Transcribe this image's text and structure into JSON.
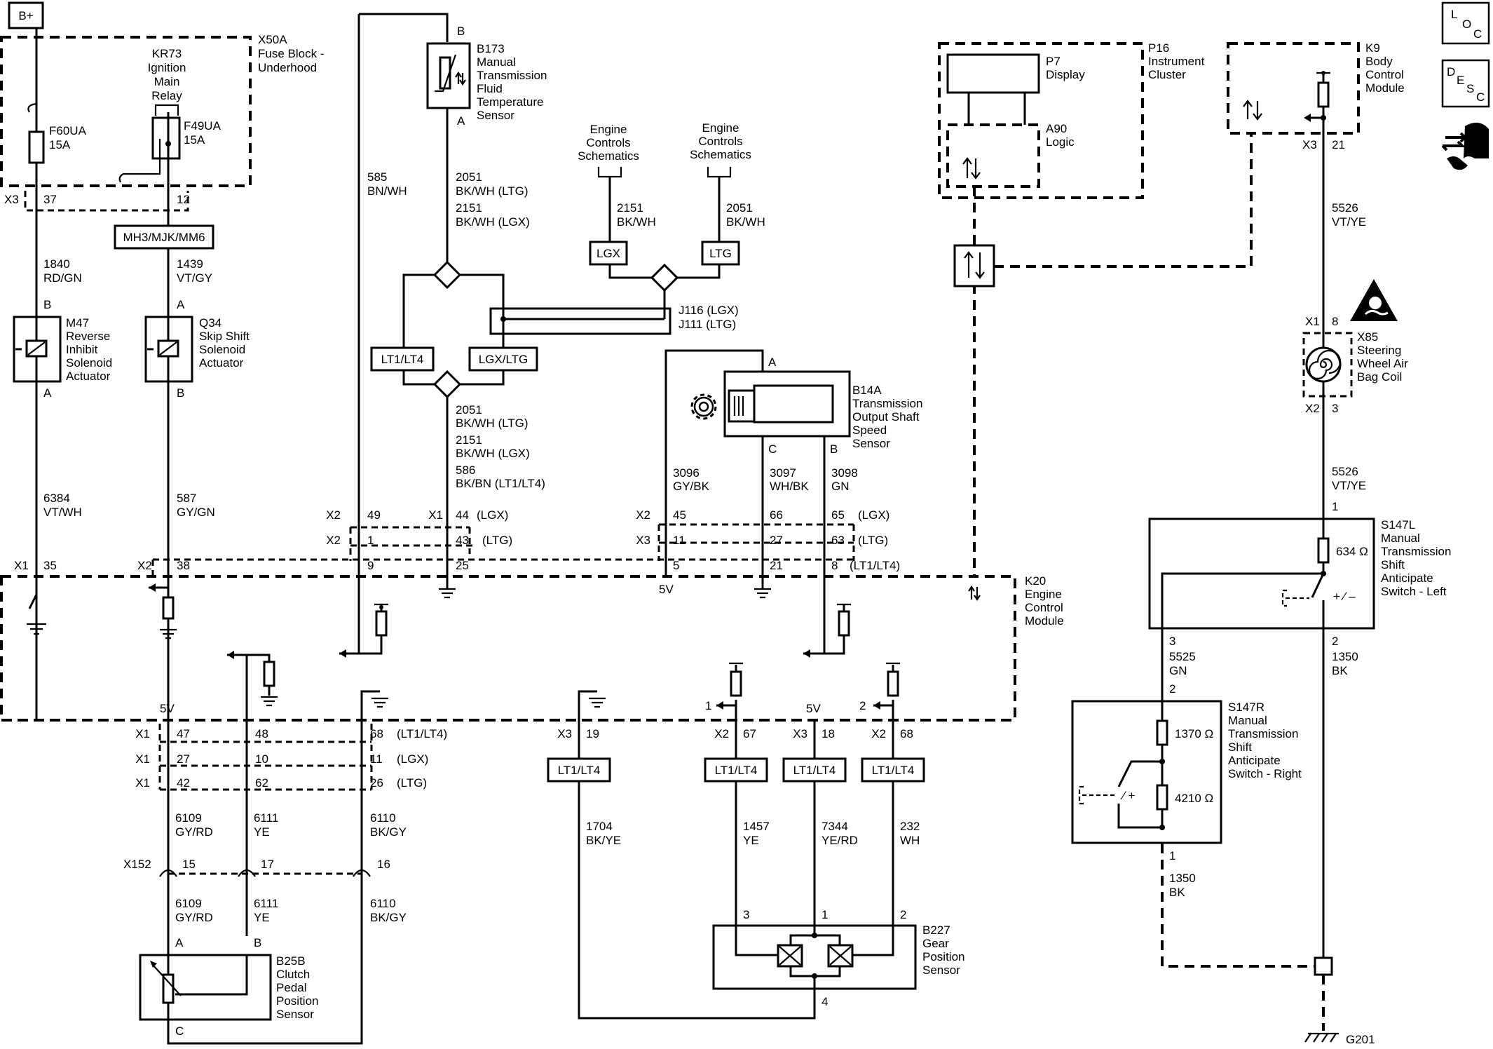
{
  "battery": {
    "label": "B+"
  },
  "loc_icon": {
    "letters": [
      "L",
      "O",
      "C"
    ],
    "icon": "location-code-icon"
  },
  "desc_icon": {
    "letters": [
      "D",
      "E",
      "S",
      "C"
    ],
    "icon": "description-code-icon"
  },
  "connector_tool_icon": "connector-tool-icon",
  "airbag_warning_icon": "airbag-warning-icon",
  "gear_icon": "gear-icon",
  "fuse_block": {
    "title": [
      "X50A",
      "Fuse Block -",
      "Underhood"
    ]
  },
  "relay": {
    "title": [
      "KR73",
      "Ignition",
      "Main",
      "Relay"
    ]
  },
  "fuse_f60": {
    "name": "F60UA",
    "rating": "15A"
  },
  "fuse_f49": {
    "name": "F49UA",
    "rating": "15A"
  },
  "x3_pins": {
    "conn": "X3",
    "pin_a": "37",
    "pin_b": "12"
  },
  "option_box": "MH3/MJK/MM6",
  "wire_1840": [
    "1840",
    "RD/GN"
  ],
  "wire_1439": [
    "1439",
    "VT/GY"
  ],
  "m47": {
    "pin_top": "B",
    "pin_bottom": "A",
    "title": [
      "M47",
      "Reverse",
      "Inhibit",
      "Solenoid",
      "Actuator"
    ]
  },
  "q34": {
    "pin_top": "A",
    "pin_bottom": "B",
    "title": [
      "Q34",
      "Skip Shift",
      "Solenoid",
      "Actuator"
    ]
  },
  "wire_6384": [
    "6384",
    "VT/WH"
  ],
  "wire_587": [
    "587",
    "GY/GN"
  ],
  "b173": {
    "pin_top": "B",
    "pin_bottom": "A",
    "title": [
      "B173",
      "Manual",
      "Transmission",
      "Fluid",
      "Temperature",
      "Sensor"
    ]
  },
  "wire_585": [
    "585",
    "BN/WH"
  ],
  "wire_2051_top": [
    "2051",
    "BK/WH (LTG)",
    "2151",
    "BK/WH (LGX)"
  ],
  "ecs_left": [
    "Engine",
    "Controls",
    "Schematics"
  ],
  "ecs_right": [
    "Engine",
    "Controls",
    "Schematics"
  ],
  "wire_2151": [
    "2151",
    "BK/WH"
  ],
  "wire_2051": [
    "2051",
    "BK/WH"
  ],
  "opt_lgx": "LGX",
  "opt_ltg": "LTG",
  "splice_label": [
    "J116 (LGX)",
    "J111 (LTG)"
  ],
  "opt_lt1lt4": "LT1/LT4",
  "opt_lgxltg": "LGX/LTG",
  "wire_mid": [
    "2051",
    "BK/WH (LTG)",
    "2151",
    "BK/WH (LGX)",
    "586",
    "BK/BN (LT1/LT4)"
  ],
  "b14a": {
    "pin_a": "A",
    "pin_b": "B",
    "pin_c": "C",
    "title": [
      "B14A",
      "Transmission",
      "Output Shaft",
      "Speed",
      "Sensor"
    ]
  },
  "wire_3096": [
    "3096",
    "GY/BK"
  ],
  "wire_3097": [
    "3097",
    "WH/BK"
  ],
  "wire_3098": [
    "3098",
    "GN"
  ],
  "p16": {
    "title": [
      "P16",
      "Instrument",
      "Cluster"
    ]
  },
  "p7": {
    "title": [
      "P7",
      "Display"
    ]
  },
  "a90": {
    "title": [
      "A90",
      "Logic"
    ]
  },
  "k9": {
    "title": [
      "K9",
      "Body",
      "Control",
      "Module"
    ],
    "conn": "X3",
    "pin": "21"
  },
  "wire_5526_top": [
    "5526",
    "VT/YE"
  ],
  "x85": {
    "conn_top": "X1",
    "pin_top": "8",
    "conn_bottom": "X2",
    "pin_bottom": "3",
    "title": [
      "X85",
      "Steering",
      "Wheel Air",
      "Bag Coil"
    ]
  },
  "wire_5526_bot": [
    "5526",
    "VT/YE"
  ],
  "s147l": {
    "pin_top": "1",
    "pin_left": "3",
    "pin_right": "2",
    "resistor": "634 Ω",
    "title": [
      "S147L",
      "Manual",
      "Transmission",
      "Shift",
      "Anticipate",
      "Switch - Left"
    ]
  },
  "wire_5525": [
    "5525",
    "GN"
  ],
  "wire_1350_top": [
    "1350",
    "BK"
  ],
  "s147r": {
    "pin_top": "2",
    "pin_bottom": "1",
    "r1": "1370 Ω",
    "r2": "4210 Ω",
    "title": [
      "S147R",
      "Manual",
      "Transmission",
      "Shift",
      "Anticipate",
      "Switch - Right"
    ]
  },
  "wire_1350_bot": [
    "1350",
    "BK"
  ],
  "ground": "G201",
  "k20": {
    "title": [
      "K20",
      "Engine",
      "Control",
      "Module"
    ]
  },
  "row1": {
    "c1": "X2",
    "p1": "49",
    "c2": "X1",
    "p2": "44",
    "o1": "(LGX)",
    "c3": "X2",
    "p3": "45",
    "p4": "66",
    "p5": "65",
    "o2": "(LGX)"
  },
  "row2": {
    "c1": "X2",
    "p1": "1",
    "p2": "43",
    "o1": "(LTG)",
    "c3": "X3",
    "p3": "11",
    "p4": "27",
    "p5": "63",
    "o2": "(LTG)"
  },
  "row3": {
    "c0": "X1",
    "p0": "35",
    "c1": "X2",
    "p1": "38",
    "p2": "9",
    "p3": "25",
    "p4": "5",
    "p5": "21",
    "p6": "8",
    "o": "(LT1/LT4)"
  },
  "five_v": "5V",
  "bottom_5v_left": "5V",
  "bottom_5v_mid": "5V",
  "bot_rows": [
    {
      "conn": "X1",
      "a": "47",
      "b": "48",
      "c": "68",
      "opt": "(LT1/LT4)"
    },
    {
      "conn": "X1",
      "a": "27",
      "b": "10",
      "c": "11",
      "opt": "(LGX)"
    },
    {
      "conn": "X1",
      "a": "42",
      "b": "62",
      "c": "26",
      "opt": "(LTG)"
    }
  ],
  "bot_mid": {
    "c1": "X3",
    "p1": "19",
    "c2": "X2",
    "p2": "67",
    "c3": "X3",
    "p3": "18",
    "c4": "X2",
    "p4": "68",
    "n1": "1",
    "n2": "2"
  },
  "opt_boxes_bottom": [
    "LT1/LT4",
    "LT1/LT4",
    "LT1/LT4",
    "LT1/LT4"
  ],
  "wire_6109": [
    "6109",
    "GY/RD"
  ],
  "wire_6111": [
    "6111",
    "YE"
  ],
  "wire_6110": [
    "6110",
    "BK/GY"
  ],
  "x152": {
    "conn": "X152",
    "p1": "15",
    "p2": "17",
    "p3": "16"
  },
  "wire_6109b": [
    "6109",
    "GY/RD"
  ],
  "wire_6111b": [
    "6111",
    "YE"
  ],
  "wire_6110b": [
    "6110",
    "BK/GY"
  ],
  "b25b": {
    "pin_a": "A",
    "pin_b": "B",
    "pin_c": "C",
    "title": [
      "B25B",
      "Clutch",
      "Pedal",
      "Position",
      "Sensor"
    ]
  },
  "wire_1704": [
    "1704",
    "BK/YE"
  ],
  "wire_1457": [
    "1457",
    "YE"
  ],
  "wire_7344": [
    "7344",
    "YE/RD"
  ],
  "wire_232": [
    "232",
    "WH"
  ],
  "b227": {
    "pin_l": "3",
    "pin_m": "1",
    "pin_r": "2",
    "pin_bottom": "4",
    "title": [
      "B227",
      "Gear",
      "Position",
      "Sensor"
    ]
  }
}
